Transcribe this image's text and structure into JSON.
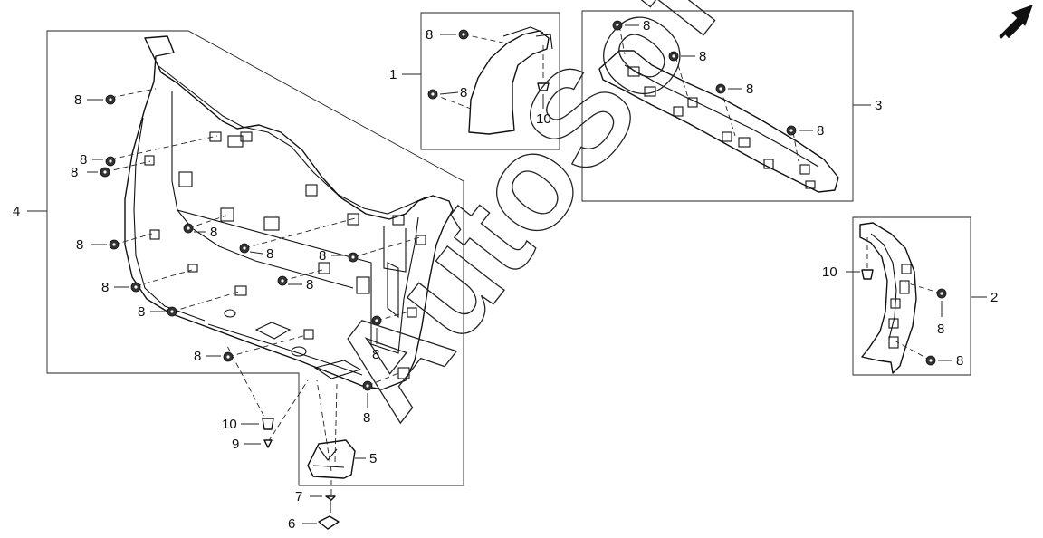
{
  "diagram": {
    "watermark_text": "AutoSoft",
    "direction_arrow_icon": "arrow-northeast-icon",
    "callouts": {
      "c1": "1",
      "c2": "2",
      "c3": "3",
      "c4": "4",
      "c5": "5",
      "c6": "6",
      "c7": "7",
      "c9": "9",
      "c10a": "10",
      "c10b": "10",
      "c10c": "10",
      "c8": "8"
    }
  }
}
